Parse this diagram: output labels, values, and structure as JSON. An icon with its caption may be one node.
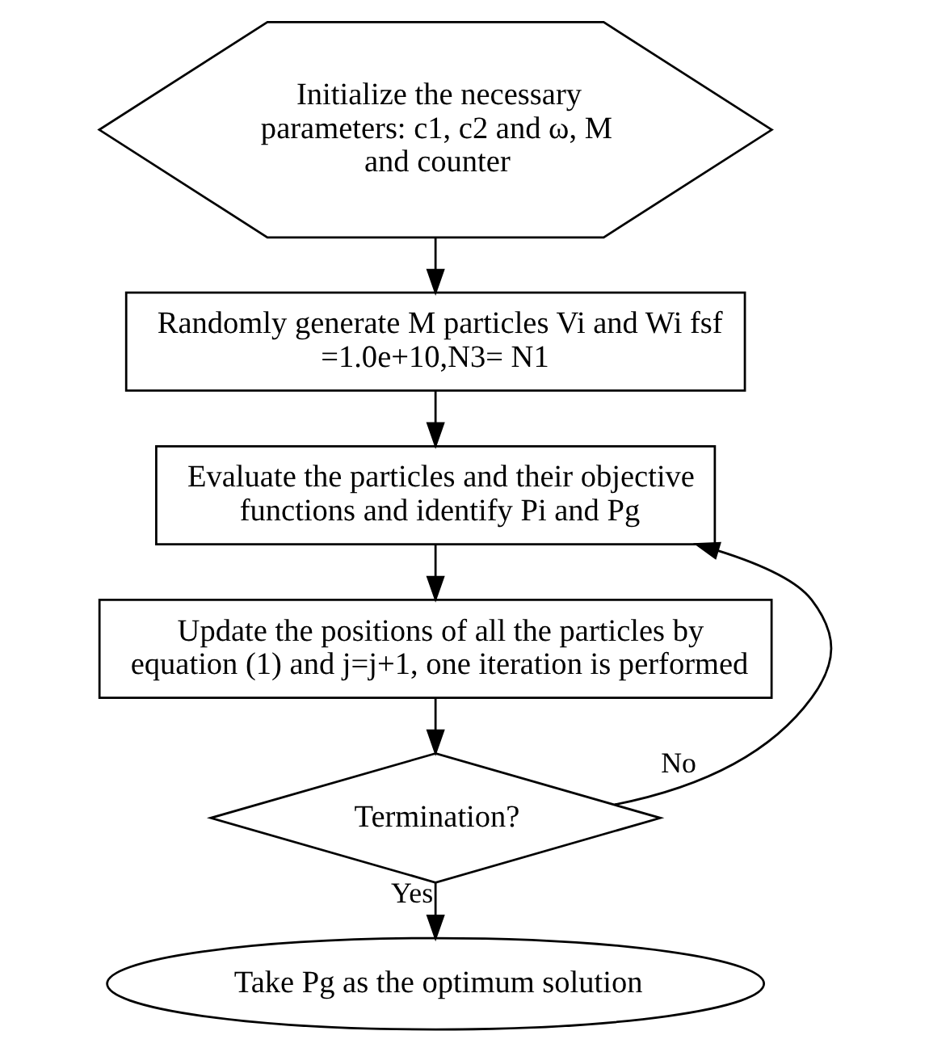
{
  "diagram": {
    "nodes": [
      {
        "text": [
          "Initialize the necessary parameters: c1, c2 and ω, M and counter"
        ]
      },
      {
        "text": [
          "Randomly generate M particles Vi and Wi fsf =1.0e+10,N3= N1"
        ]
      },
      {
        "text": [
          "Evaluate the particles and their objective functions and identify Pi and Pg"
        ]
      },
      {
        "text": [
          "Update the positions of all the particles by equation (1) and j=j+1, one iteration is performed"
        ]
      },
      {
        "text": [
          "Termination?"
        ]
      },
      {
        "text": [
          "Take Pg as the optimum solution"
        ]
      }
    ],
    "edges": [
      {
        "from": 0,
        "to": 1,
        "arrow": "to"
      },
      {
        "from": 1,
        "to": 2,
        "arrow": "to"
      },
      {
        "from": 2,
        "to": 3,
        "arrow": "to"
      },
      {
        "from": 3,
        "to": 4,
        "arrow": "to"
      },
      {
        "from": 4,
        "to": 2,
        "arrow": "to",
        "label": "No"
      },
      {
        "from": 4,
        "to": 5,
        "arrow": "to",
        "label": "Yes"
      }
    ]
  }
}
